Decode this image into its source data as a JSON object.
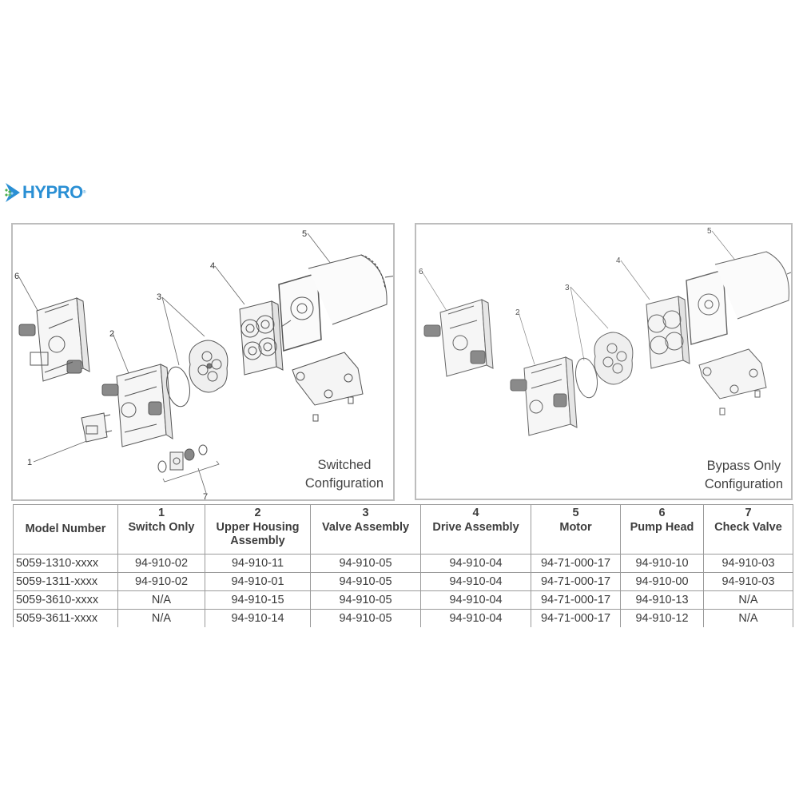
{
  "brand": {
    "name": "HYPRO",
    "registered_mark": "®",
    "color": "#2a8fd4",
    "accent_color": "#4caf50"
  },
  "diagrams": [
    {
      "caption_line1": "Switched",
      "caption_line2": "Configuration",
      "callouts": [
        "1",
        "2",
        "3",
        "4",
        "5",
        "6",
        "7"
      ]
    },
    {
      "caption_line1": "Bypass Only",
      "caption_line2": "Configuration",
      "callouts": [
        "2",
        "3",
        "4",
        "5",
        "6"
      ]
    }
  ],
  "table": {
    "columns": [
      {
        "num": "",
        "label": "Model Number"
      },
      {
        "num": "1",
        "label": "Switch Only"
      },
      {
        "num": "2",
        "label": "Upper Housing Assembly"
      },
      {
        "num": "3",
        "label": "Valve Assembly"
      },
      {
        "num": "4",
        "label": "Drive Assembly"
      },
      {
        "num": "5",
        "label": "Motor"
      },
      {
        "num": "6",
        "label": "Pump Head"
      },
      {
        "num": "7",
        "label": "Check Valve"
      }
    ],
    "rows": [
      [
        "5059-1310-xxxx",
        "94-910-02",
        "94-910-11",
        "94-910-05",
        "94-910-04",
        "94-71-000-17",
        "94-910-10",
        "94-910-03"
      ],
      [
        "5059-1311-xxxx",
        "94-910-02",
        "94-910-01",
        "94-910-05",
        "94-910-04",
        "94-71-000-17",
        "94-910-00",
        "94-910-03"
      ],
      [
        "5059-3610-xxxx",
        "N/A",
        "94-910-15",
        "94-910-05",
        "94-910-04",
        "94-71-000-17",
        "94-910-13",
        "N/A"
      ],
      [
        "5059-3611-xxxx",
        "N/A",
        "94-910-14",
        "94-910-05",
        "94-910-04",
        "94-71-000-17",
        "94-910-12",
        "N/A"
      ]
    ]
  }
}
